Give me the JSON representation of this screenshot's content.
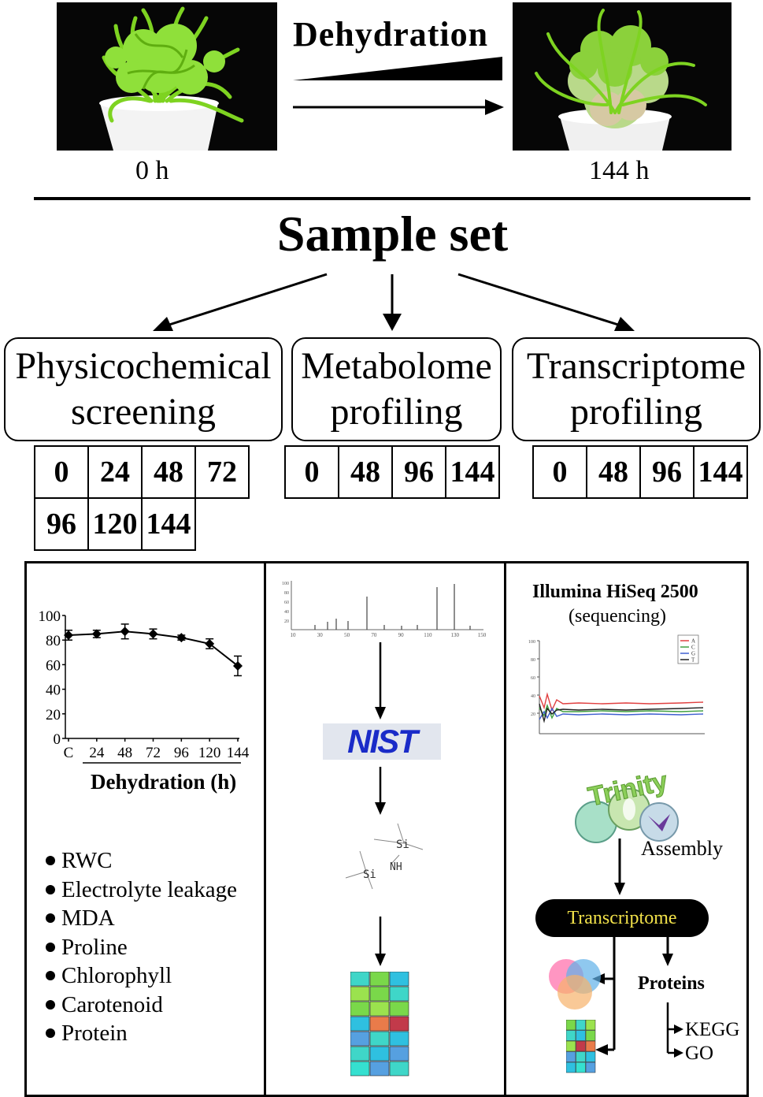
{
  "header": {
    "photo_start_label": "0 h",
    "photo_end_label": "144 h",
    "process_label": "Dehydration"
  },
  "sample_set_title": "Sample set",
  "branches": [
    {
      "title_line1": "Physicochemical",
      "title_line2": "screening",
      "timepoints_row1": [
        "0",
        "24",
        "48",
        "72"
      ],
      "timepoints_row2": [
        "96",
        "120",
        "144"
      ]
    },
    {
      "title_line1": "Metabolome",
      "title_line2": "profiling",
      "timepoints": [
        "0",
        "48",
        "96",
        "144"
      ]
    },
    {
      "title_line1": "Transcriptome",
      "title_line2": "profiling",
      "timepoints": [
        "0",
        "48",
        "96",
        "144"
      ]
    }
  ],
  "rwc_chart": {
    "xlabel": "Dehydration (h)",
    "yticks": [
      "100",
      "80",
      "60",
      "40",
      "20",
      "0"
    ],
    "xticks": [
      "C",
      "24",
      "48",
      "72",
      "96",
      "120",
      "144"
    ],
    "chart_data": {
      "type": "line",
      "categories": [
        "C",
        "24",
        "48",
        "72",
        "96",
        "120",
        "144"
      ],
      "values": [
        84,
        85,
        87,
        85,
        82,
        77,
        59
      ],
      "errors": [
        4,
        3,
        6,
        4,
        2,
        4,
        8
      ],
      "ylim": [
        0,
        100
      ],
      "xlabel": "Dehydration (h)",
      "ylabel": ""
    }
  },
  "physico_params": [
    "RWC",
    "Electrolyte leakage",
    "MDA",
    "Proline",
    "Chlorophyll",
    "Carotenoid",
    "Protein"
  ],
  "metabolome": {
    "ms_yticks": [
      "100",
      "80",
      "60",
      "40",
      "20"
    ],
    "ms_xticks": [
      "10",
      "30",
      "50",
      "70",
      "90",
      "110",
      "130",
      "150"
    ],
    "nist_logo": "NIST",
    "molecule_atoms": {
      "si_top": "Si",
      "nh": "NH",
      "si_bottom": "Si"
    }
  },
  "transcriptome": {
    "platform": "Illumina HiSeq 2500",
    "platform_note": "(sequencing)",
    "qc_yticks": [
      "100",
      "80",
      "60",
      "40",
      "20"
    ],
    "qc_legend": [
      "A",
      "C",
      "G",
      "T"
    ],
    "qc_legend_colors": [
      "#e04040",
      "#40a040",
      "#4060d0",
      "#202020"
    ],
    "trinity_logo": "Trinity",
    "assembly_label": "Assembly",
    "pill_label": "Transcriptome",
    "proteins_label": "Proteins",
    "kegg_label": "KEGG",
    "go_label": "GO"
  },
  "colors": {
    "pill_bg": "#000000",
    "pill_text": "#f2e24a",
    "nist_blue": "#1a2bc8"
  }
}
